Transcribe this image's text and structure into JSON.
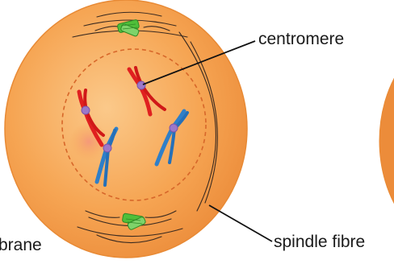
{
  "labels": {
    "centromere": "centromere",
    "spindle_fibre": "spindle fibre",
    "membrane_fragment": "brane"
  },
  "colors": {
    "cell_fill": "#f6a553",
    "cell_edge": "#e88a35",
    "nuclear_envelope": "#d7672a",
    "nucleolus": "#f08a5e",
    "chromosome_red": "#e02020",
    "chromosome_blue": "#2f7fc8",
    "centromere_dot": "#9b78c9",
    "centriole_green": "#3fae3a",
    "leader_line": "#111111",
    "spindle_fibre": "#3a2a20"
  },
  "icons": {
    "centriole_top": "centriole-pair-icon",
    "centriole_bottom": "centriole-pair-icon"
  }
}
